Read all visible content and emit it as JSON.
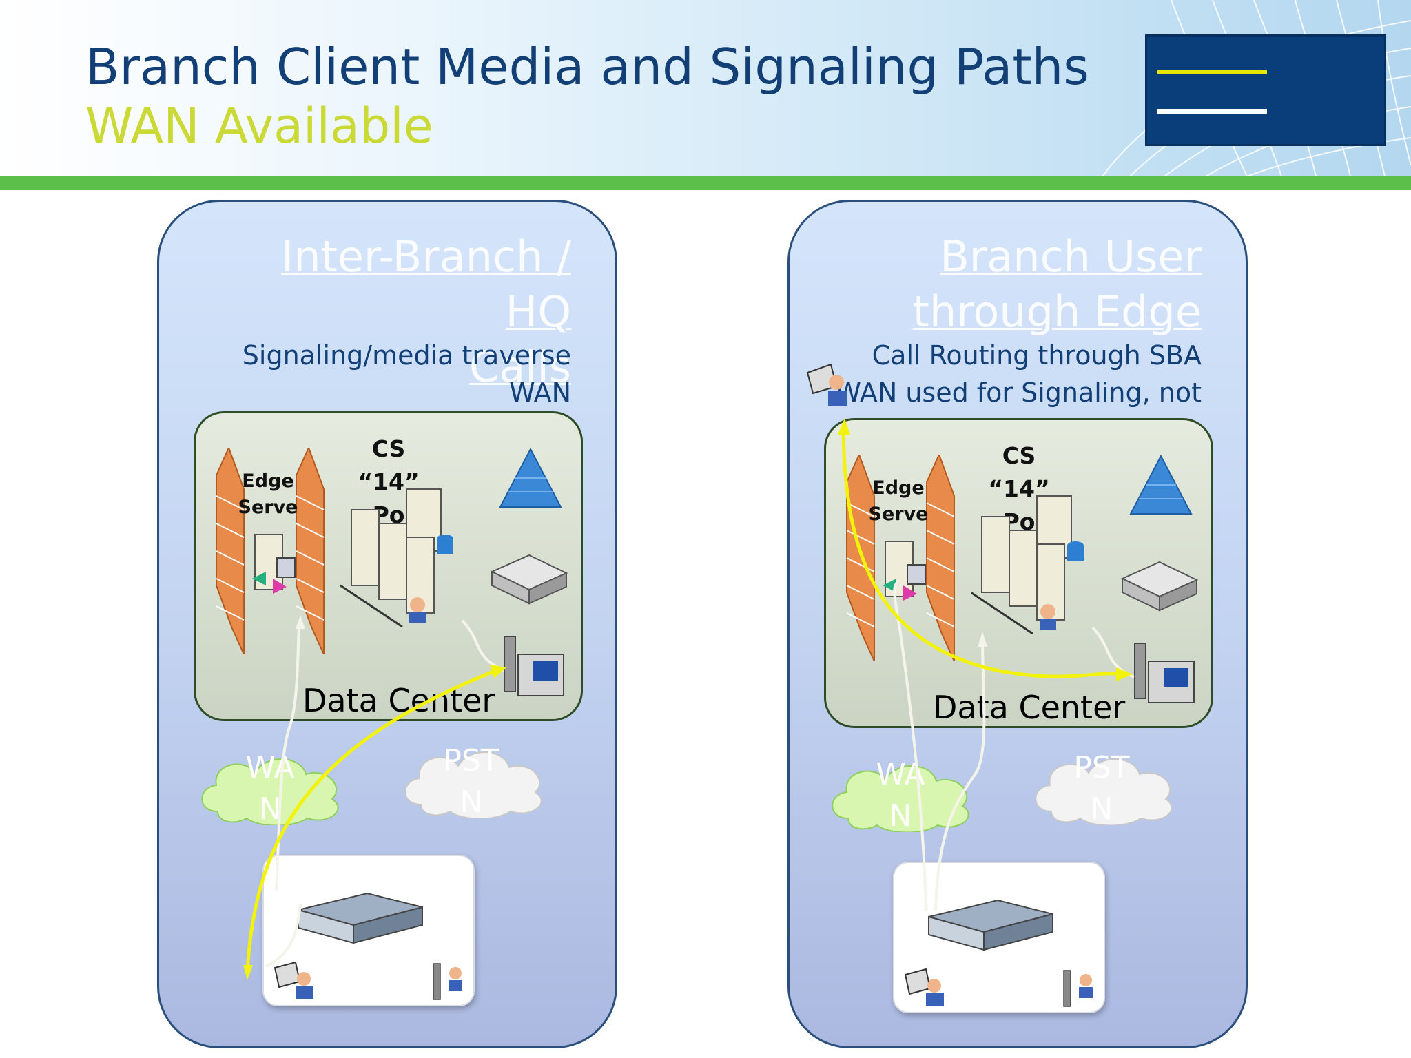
{
  "slide": {
    "title": "Branch Client Media and Signaling Paths",
    "subtitle": "WAN Available"
  },
  "colors": {
    "title": "#123f76",
    "subtitle": "#cad936",
    "green_rule": "#5cbf4a",
    "logo_bg": "#0a3e7a",
    "logo_line_top": "#e6e600",
    "logo_line_bottom": "#ffffff",
    "signaling_path": "#f4f4ea",
    "media_path": "#f2f20a"
  },
  "panels": [
    {
      "heading": [
        "Inter-Branch / HQ",
        "Calls"
      ],
      "description": [
        "Signaling/media traverse",
        "WAN"
      ],
      "data_center": {
        "label": "Data Center",
        "pool_label": [
          "CS",
          "“14”",
          "Po"
        ],
        "edge_label": [
          "Edge",
          "Serve"
        ]
      },
      "clouds": [
        {
          "text": [
            "WA",
            "N"
          ],
          "fill": "#d8f6b0"
        },
        {
          "text": [
            "PST",
            "N"
          ],
          "fill": "#f3f3f3"
        }
      ]
    },
    {
      "heading": [
        "Branch User",
        "through Edge"
      ],
      "description": [
        "Call Routing through SBA",
        "WAN used for Signaling, not"
      ],
      "data_center": {
        "label": "Data Center",
        "pool_label": [
          "CS",
          "“14”",
          "Po"
        ],
        "edge_label": [
          "Edge",
          "Serve"
        ]
      },
      "clouds": [
        {
          "text": [
            "WA",
            "N"
          ],
          "fill": "#d8f6b0"
        },
        {
          "text": [
            "PST",
            "N"
          ],
          "fill": "#f3f3f3"
        }
      ]
    }
  ]
}
